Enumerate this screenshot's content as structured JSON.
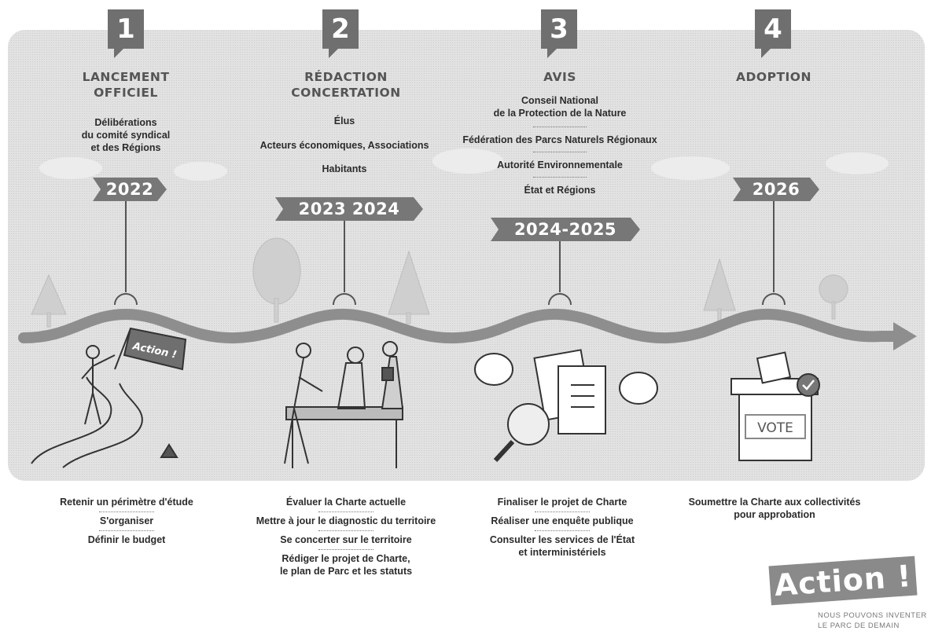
{
  "steps": [
    {
      "number": "1",
      "title_line1": "LANCEMENT",
      "title_line2": "OFFICIEL",
      "details": [
        "Délibérations",
        "du comité syndical",
        "et des Régions"
      ],
      "year": "2022",
      "actions": [
        "Retenir un périmètre d'étude",
        "S'organiser",
        "Définir le budget"
      ]
    },
    {
      "number": "2",
      "title_line1": "RÉDACTION",
      "title_line2": "CONCERTATION",
      "details": [
        "Élus",
        "Acteurs économiques, Associations",
        "Habitants"
      ],
      "year": "2023 2024",
      "actions": [
        "Évaluer la Charte actuelle",
        "Mettre à jour le diagnostic du territoire",
        "Se concerter sur le territoire",
        "Rédiger le projet de Charte,",
        "le plan de Parc et les statuts"
      ]
    },
    {
      "number": "3",
      "title_line1": "AVIS",
      "title_line2": "",
      "details": [
        "Conseil National",
        "de la Protection de la Nature",
        "Fédération des Parcs Naturels Régionaux",
        "Autorité Environnementale",
        "État et Régions"
      ],
      "year": "2024-2025",
      "actions": [
        "Finaliser le projet de Charte",
        "Réaliser une enquête publique",
        "Consulter les services de l'État",
        "et interministériels"
      ]
    },
    {
      "number": "4",
      "title_line1": "ADOPTION",
      "title_line2": "",
      "details": [],
      "year": "2026",
      "actions": [
        "Soumettre la Charte aux collectivités",
        "pour approbation"
      ]
    }
  ],
  "illustration": {
    "flag_text": "Action !",
    "ballot_text": "VOTE"
  },
  "logo": {
    "word": "Action !",
    "tagline1": "NOUS POUVONS INVENTER",
    "tagline2": "LE PARC DE DEMAIN"
  },
  "colors": {
    "badge": "#6f6f6f",
    "year_arrow": "#777777",
    "road": "#8e8e8e",
    "panel": "#e2e2e2"
  }
}
